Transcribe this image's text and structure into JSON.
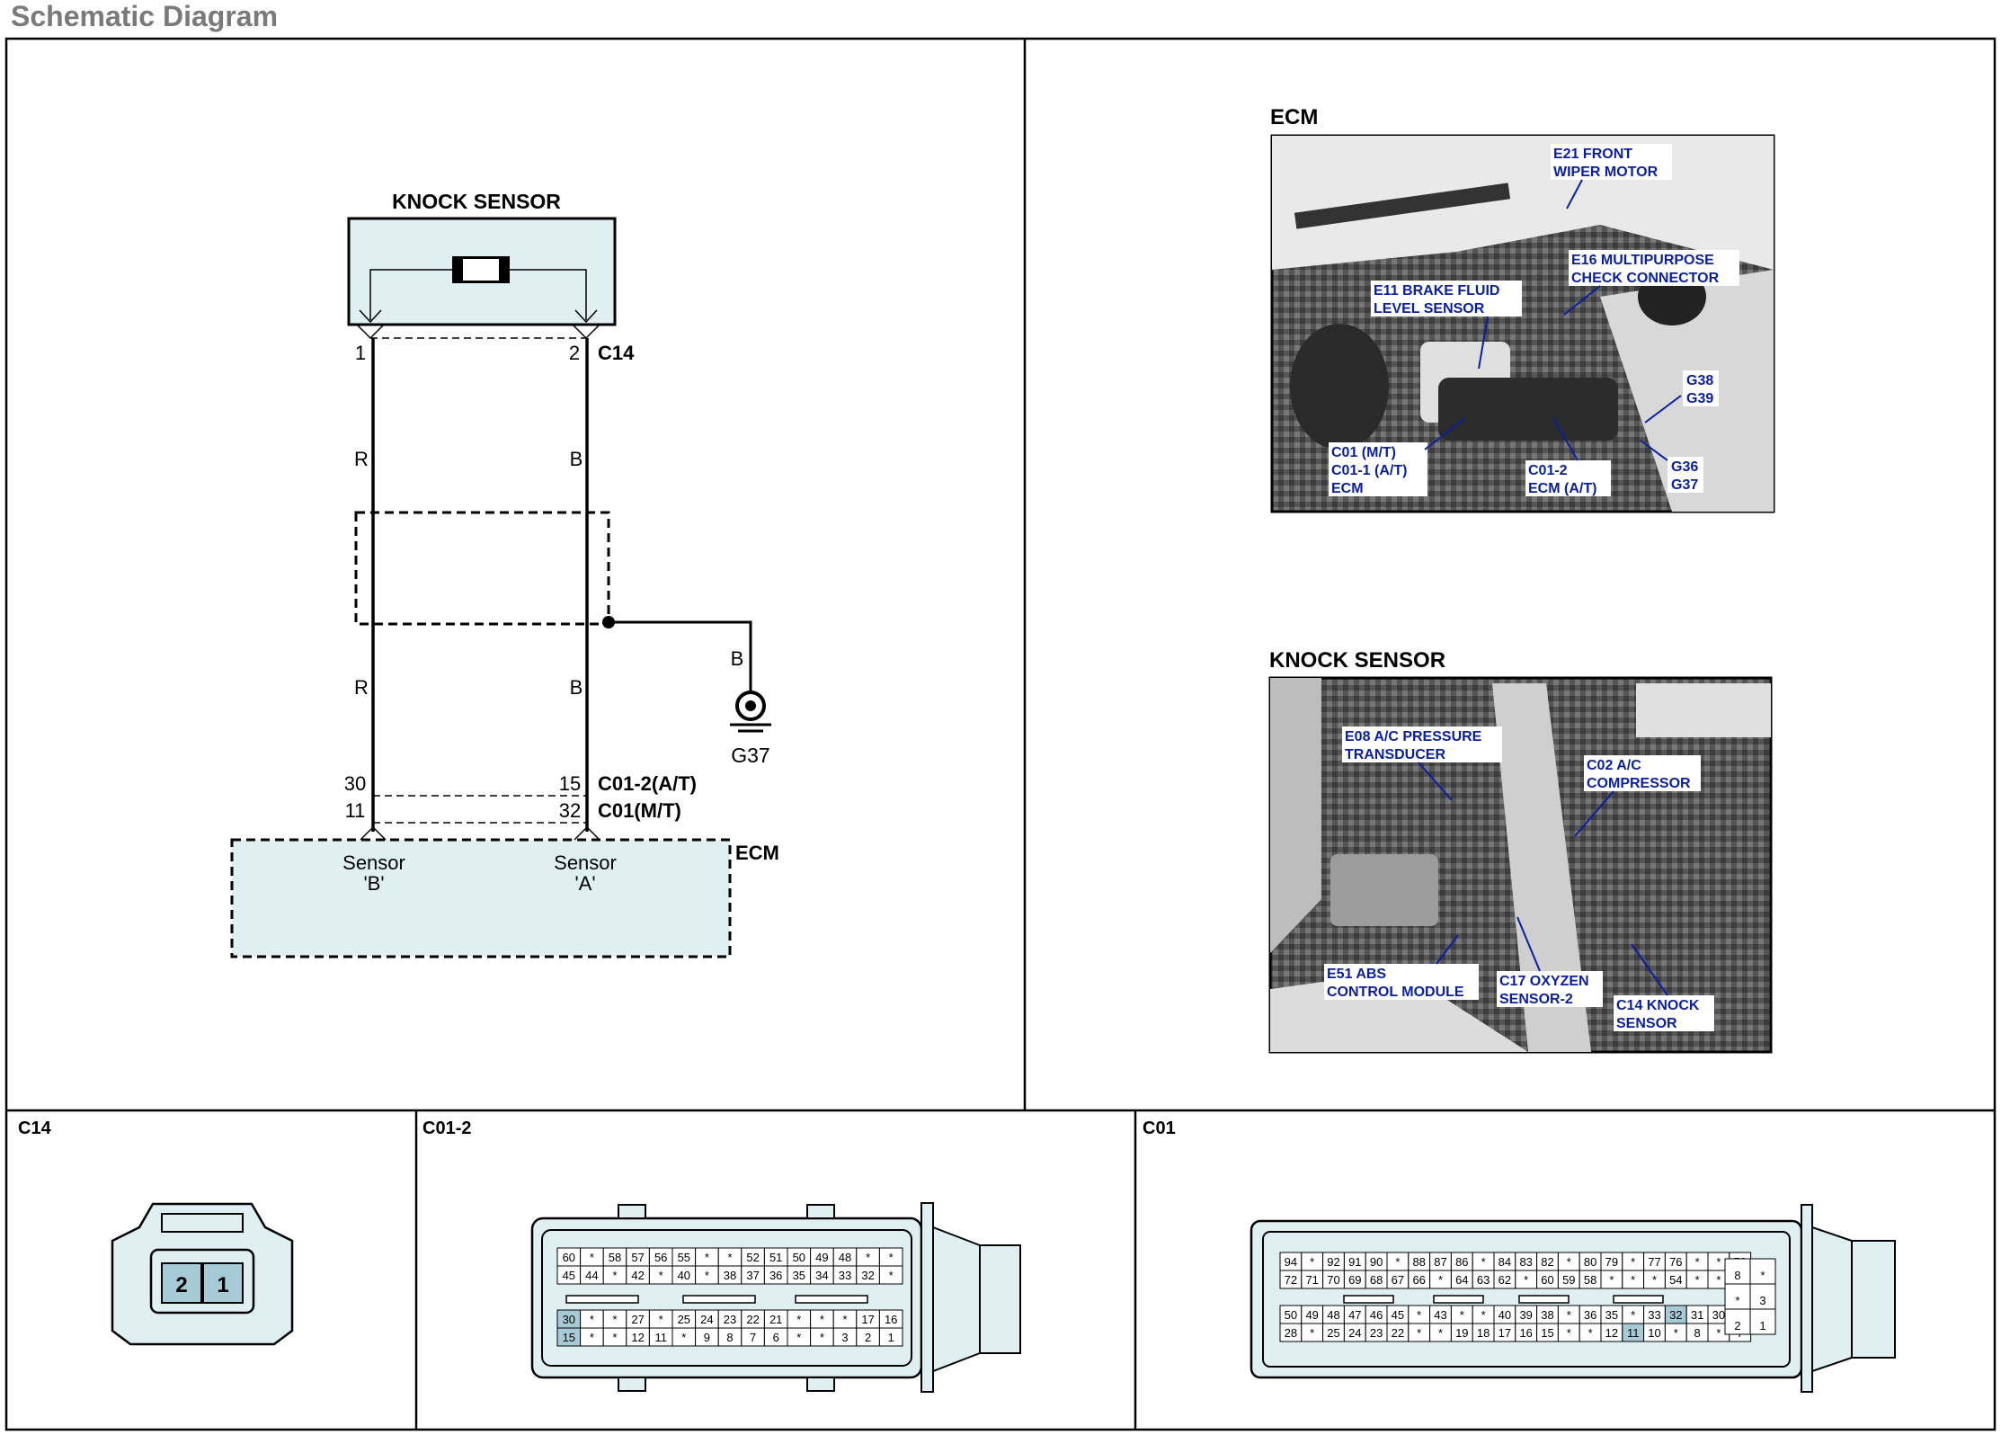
{
  "title": "Schematic Diagram",
  "schematic": {
    "sensor_title": "KNOCK SENSOR",
    "connector_sensor": "C14",
    "pin_left_top": "1",
    "pin_right_top": "2",
    "wire_left_upper": "R",
    "wire_right_upper": "B",
    "wire_left_lower": "R",
    "wire_right_lower": "B",
    "ground_wire": "B",
    "ground_label": "G37",
    "pin_30": "30",
    "pin_11": "11",
    "pin_15": "15",
    "pin_32": "32",
    "conn_at": "C01-2(A/T)",
    "conn_mt": "C01(M/T)",
    "ecm_label": "ECM",
    "sensor_b_line1": "Sensor",
    "sensor_b_line2": "'B'",
    "sensor_a_line1": "Sensor",
    "sensor_a_line2": "'A'"
  },
  "photos": {
    "ecm_title": "ECM",
    "ecm_labels": {
      "e21_1": "E21 FRONT",
      "e21_2": "WIPER MOTOR",
      "e16_1": "E16 MULTIPURPOSE",
      "e16_2": "CHECK CONNECTOR",
      "e11_1": "E11 BRAKE FLUID",
      "e11_2": "LEVEL SENSOR",
      "g38": "G38",
      "g39": "G39",
      "c01_1": "C01 (M/T)",
      "c01_2": "C01-1 (A/T)",
      "c01_3": "ECM",
      "c012_1": "C01-2",
      "c012_2": "ECM (A/T)",
      "g36": "G36",
      "g37": "G37"
    },
    "knock_title": "KNOCK SENSOR",
    "knock_labels": {
      "e08_1": "E08 A/C PRESSURE",
      "e08_2": "TRANSDUCER",
      "c02_1": "C02 A/C",
      "c02_2": "COMPRESSOR",
      "e51_1": "E51 ABS",
      "e51_2": "CONTROL MODULE",
      "c17_1": "C17 OXYZEN",
      "c17_2": "SENSOR-2",
      "c14_1": "C14 KNOCK",
      "c14_2": "SENSOR"
    }
  },
  "connectors": {
    "c14_label": "C14",
    "c14_pins": [
      "2",
      "1"
    ],
    "c012_label": "C01-2",
    "c012_rows": [
      [
        "60",
        "*",
        "58",
        "57",
        "56",
        "55",
        "*",
        "*",
        "52",
        "51",
        "50",
        "49",
        "48",
        "*",
        "*"
      ],
      [
        "45",
        "44",
        "*",
        "42",
        "*",
        "40",
        "*",
        "38",
        "37",
        "36",
        "35",
        "34",
        "33",
        "32",
        "*"
      ],
      [
        "30",
        "*",
        "*",
        "27",
        "*",
        "25",
        "24",
        "23",
        "22",
        "21",
        "*",
        "*",
        "*",
        "17",
        "16"
      ],
      [
        "15",
        "*",
        "*",
        "12",
        "11",
        "*",
        "9",
        "8",
        "7",
        "6",
        "*",
        "*",
        "3",
        "2",
        "1"
      ]
    ],
    "c01_label": "C01",
    "c01_rows": [
      [
        "94",
        "*",
        "92",
        "91",
        "90",
        "*",
        "88",
        "87",
        "86",
        "*",
        "84",
        "83",
        "82",
        "*",
        "80",
        "79",
        "*",
        "77",
        "76",
        "*",
        "*",
        "73"
      ],
      [
        "72",
        "71",
        "70",
        "69",
        "68",
        "67",
        "66",
        "*",
        "64",
        "63",
        "62",
        "*",
        "60",
        "59",
        "58",
        "*",
        "*",
        "*",
        "54",
        "*",
        "*",
        "51"
      ],
      [
        "50",
        "49",
        "48",
        "47",
        "46",
        "45",
        "*",
        "43",
        "*",
        "*",
        "40",
        "39",
        "38",
        "*",
        "36",
        "35",
        "*",
        "33",
        "32",
        "31",
        "30",
        "29"
      ],
      [
        "28",
        "*",
        "25",
        "24",
        "23",
        "22",
        "*",
        "*",
        "19",
        "18",
        "17",
        "16",
        "15",
        "*",
        "*",
        "12",
        "11",
        "10",
        "*",
        "8",
        "*",
        "7"
      ]
    ],
    "c01_side": [
      [
        "8",
        "*"
      ],
      [
        "*",
        "3"
      ],
      [
        "2",
        "1"
      ]
    ]
  }
}
